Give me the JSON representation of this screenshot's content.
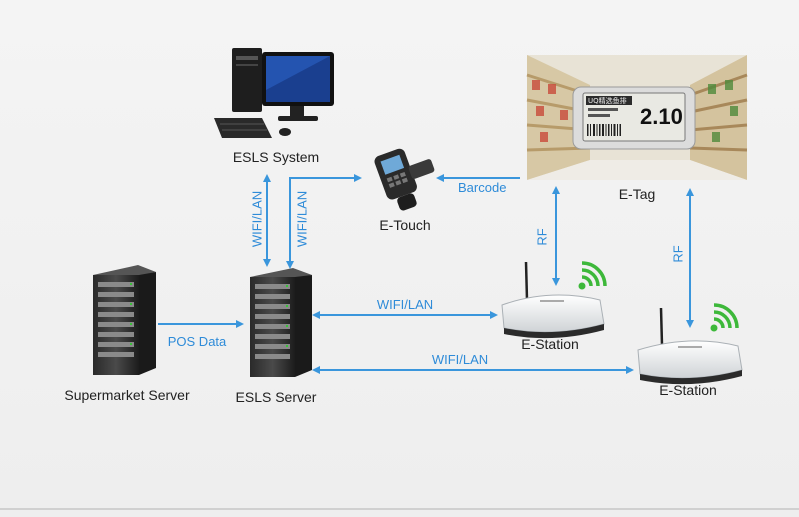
{
  "diagram": {
    "nodes": {
      "esls_system": "ESLS System",
      "e_touch": "E-Touch",
      "e_tag": "E-Tag",
      "supermarket_server": "Supermarket Server",
      "esls_server": "ESLS Server",
      "e_station_1": "E-Station",
      "e_station_2": "E-Station"
    },
    "edges": {
      "system_server_left": "WIFI/LAN",
      "system_server_right": "WIFI/LAN",
      "tag_touch": "Barcode",
      "pos": "POS Data",
      "server_station1": "WIFI/LAN",
      "server_station2": "WIFI/LAN",
      "rf_station1": "RF",
      "rf_station2": "RF"
    },
    "e_tag_display": {
      "price": "2.10",
      "header": "UQ精选鱼排"
    },
    "colors": {
      "arrow": "#3a96dc",
      "label": "#2e8bd8",
      "wifi": "#3db83a"
    }
  }
}
